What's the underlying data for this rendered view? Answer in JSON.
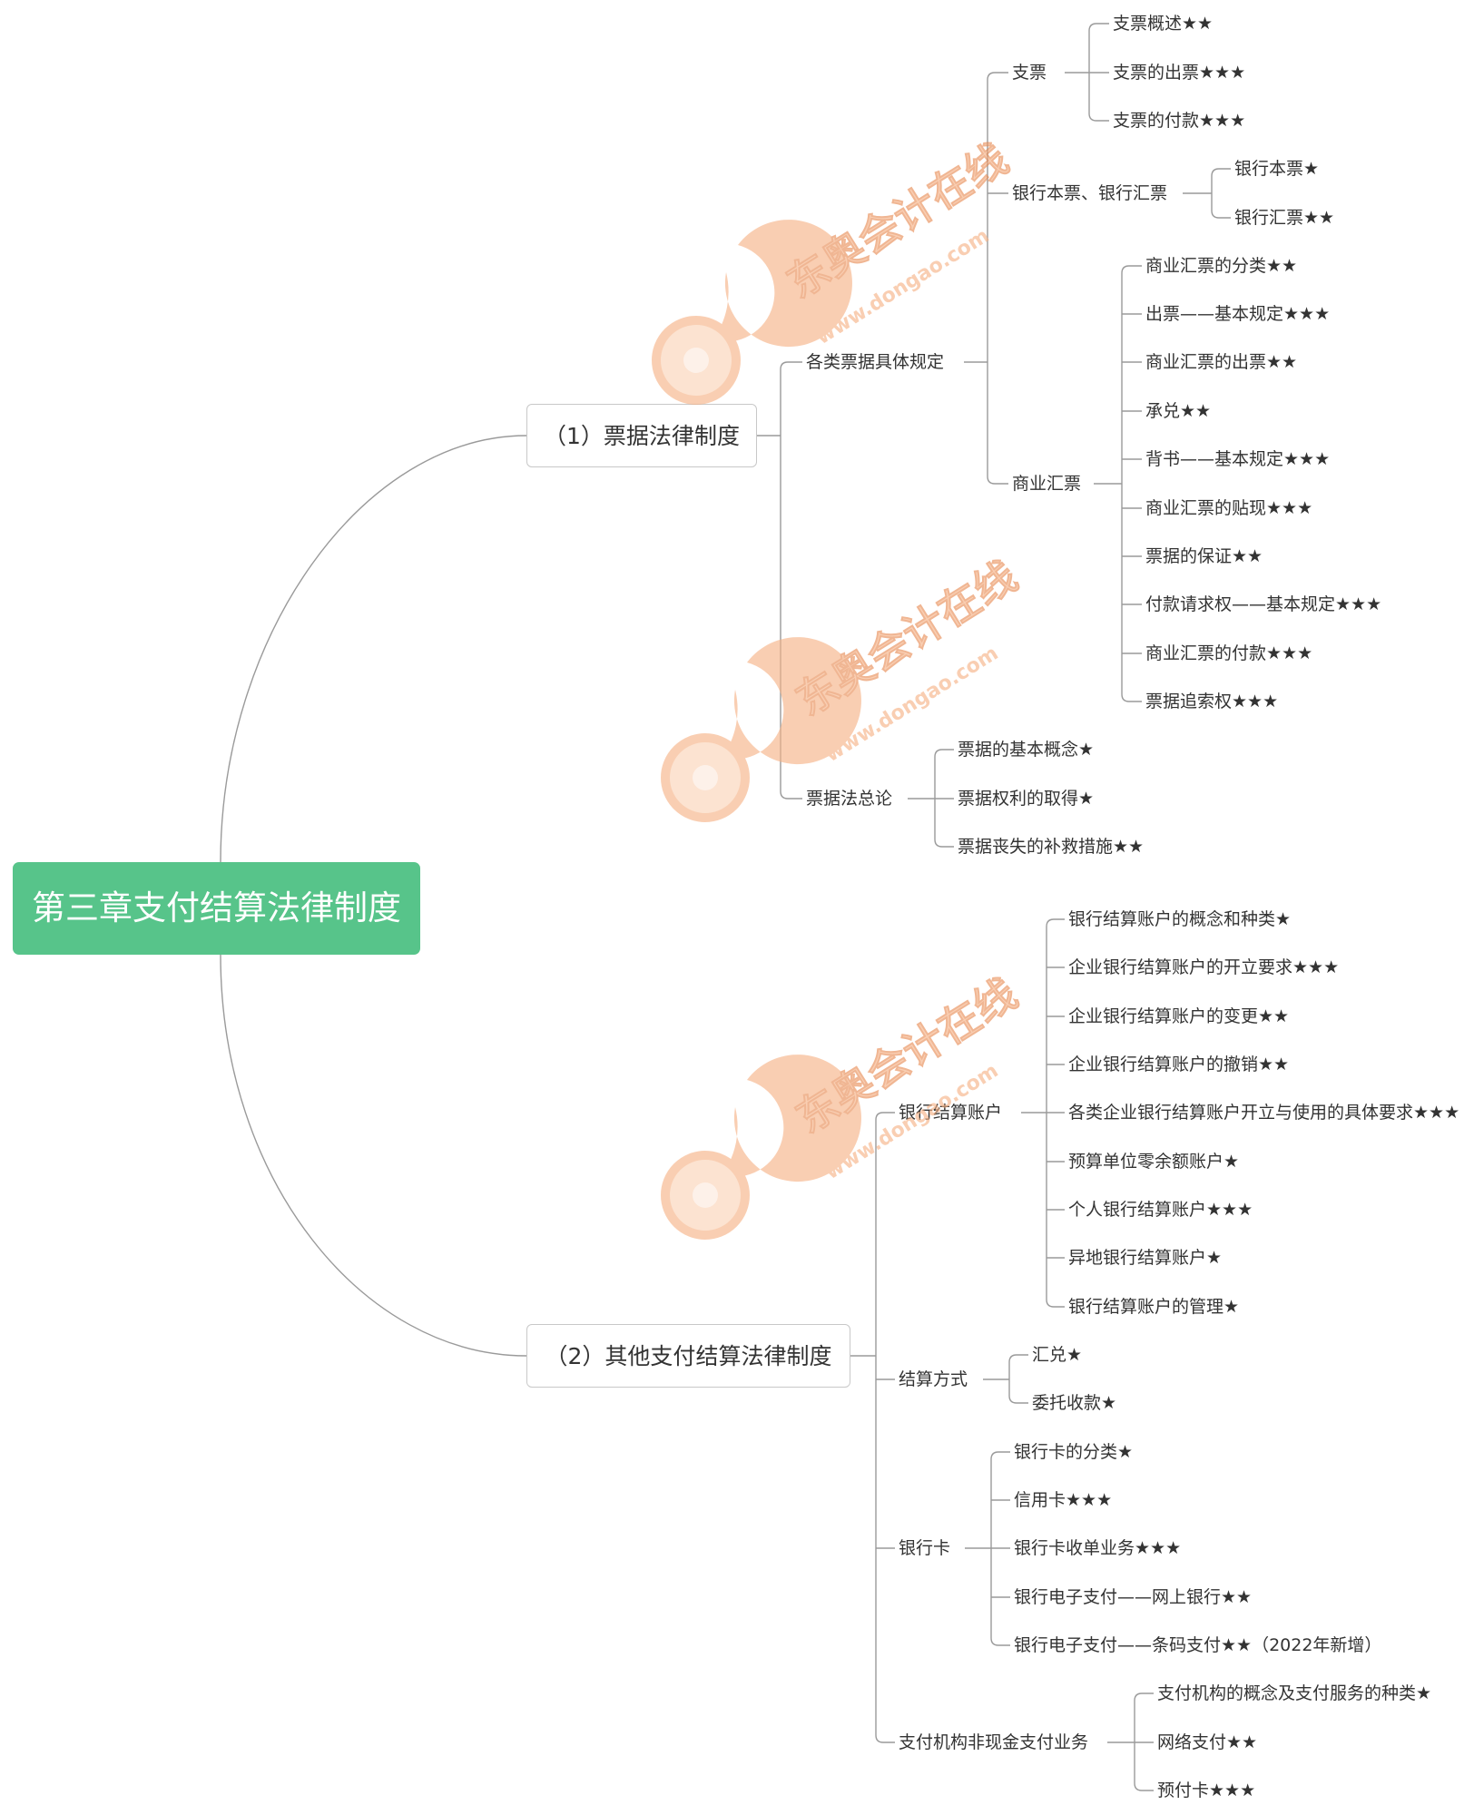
{
  "root": "第三章支付结算法律制度",
  "branch1": {
    "title": "（1）票据法律制度",
    "a": {
      "title": "各类票据具体规定",
      "check": {
        "title": "支票",
        "items": [
          "支票概述★★",
          "支票的出票★★★",
          "支票的付款★★★"
        ]
      },
      "bank": {
        "title": "银行本票、银行汇票",
        "items": [
          "银行本票★",
          "银行汇票★★"
        ]
      },
      "commercial": {
        "title": "商业汇票",
        "items": [
          "商业汇票的分类★★",
          "出票——基本规定★★★",
          "商业汇票的出票★★",
          "承兑★★",
          "背书——基本规定★★★",
          "商业汇票的贴现★★★",
          "票据的保证★★",
          "付款请求权——基本规定★★★",
          "商业汇票的付款★★★",
          "票据追索权★★★"
        ]
      }
    },
    "b": {
      "title": "票据法总论",
      "items": [
        "票据的基本概念★",
        "票据权利的取得★",
        "票据丧失的补救措施★★"
      ]
    }
  },
  "branch2": {
    "title": "（2）其他支付结算法律制度",
    "account": {
      "title": "银行结算账户",
      "items": [
        "银行结算账户的概念和种类★",
        "企业银行结算账户的开立要求★★★",
        "企业银行结算账户的变更★★",
        "企业银行结算账户的撤销★★",
        "各类企业银行结算账户开立与使用的具体要求★★★",
        "预算单位零余额账户★",
        "个人银行结算账户★★★",
        "异地银行结算账户★",
        "银行结算账户的管理★"
      ]
    },
    "method": {
      "title": "结算方式",
      "items": [
        "汇兑★",
        "委托收款★"
      ]
    },
    "card": {
      "title": "银行卡",
      "items": [
        "银行卡的分类★",
        "信用卡★★★",
        "银行卡收单业务★★★",
        "银行电子支付——网上银行★★",
        "银行电子支付——条码支付★★（2022年新增）"
      ]
    },
    "payment": {
      "title": "支付机构非现金支付业务",
      "items": [
        "支付机构的概念及支付服务的种类★",
        "网络支付★★",
        "预付卡★★★"
      ]
    }
  },
  "watermark": {
    "brand": "东奥会计在线",
    "url": "www.dongao.com"
  },
  "colors": {
    "root": "#57c48a",
    "line": "#9a9a9a",
    "text": "#333333",
    "watermark": "#f6b184"
  }
}
